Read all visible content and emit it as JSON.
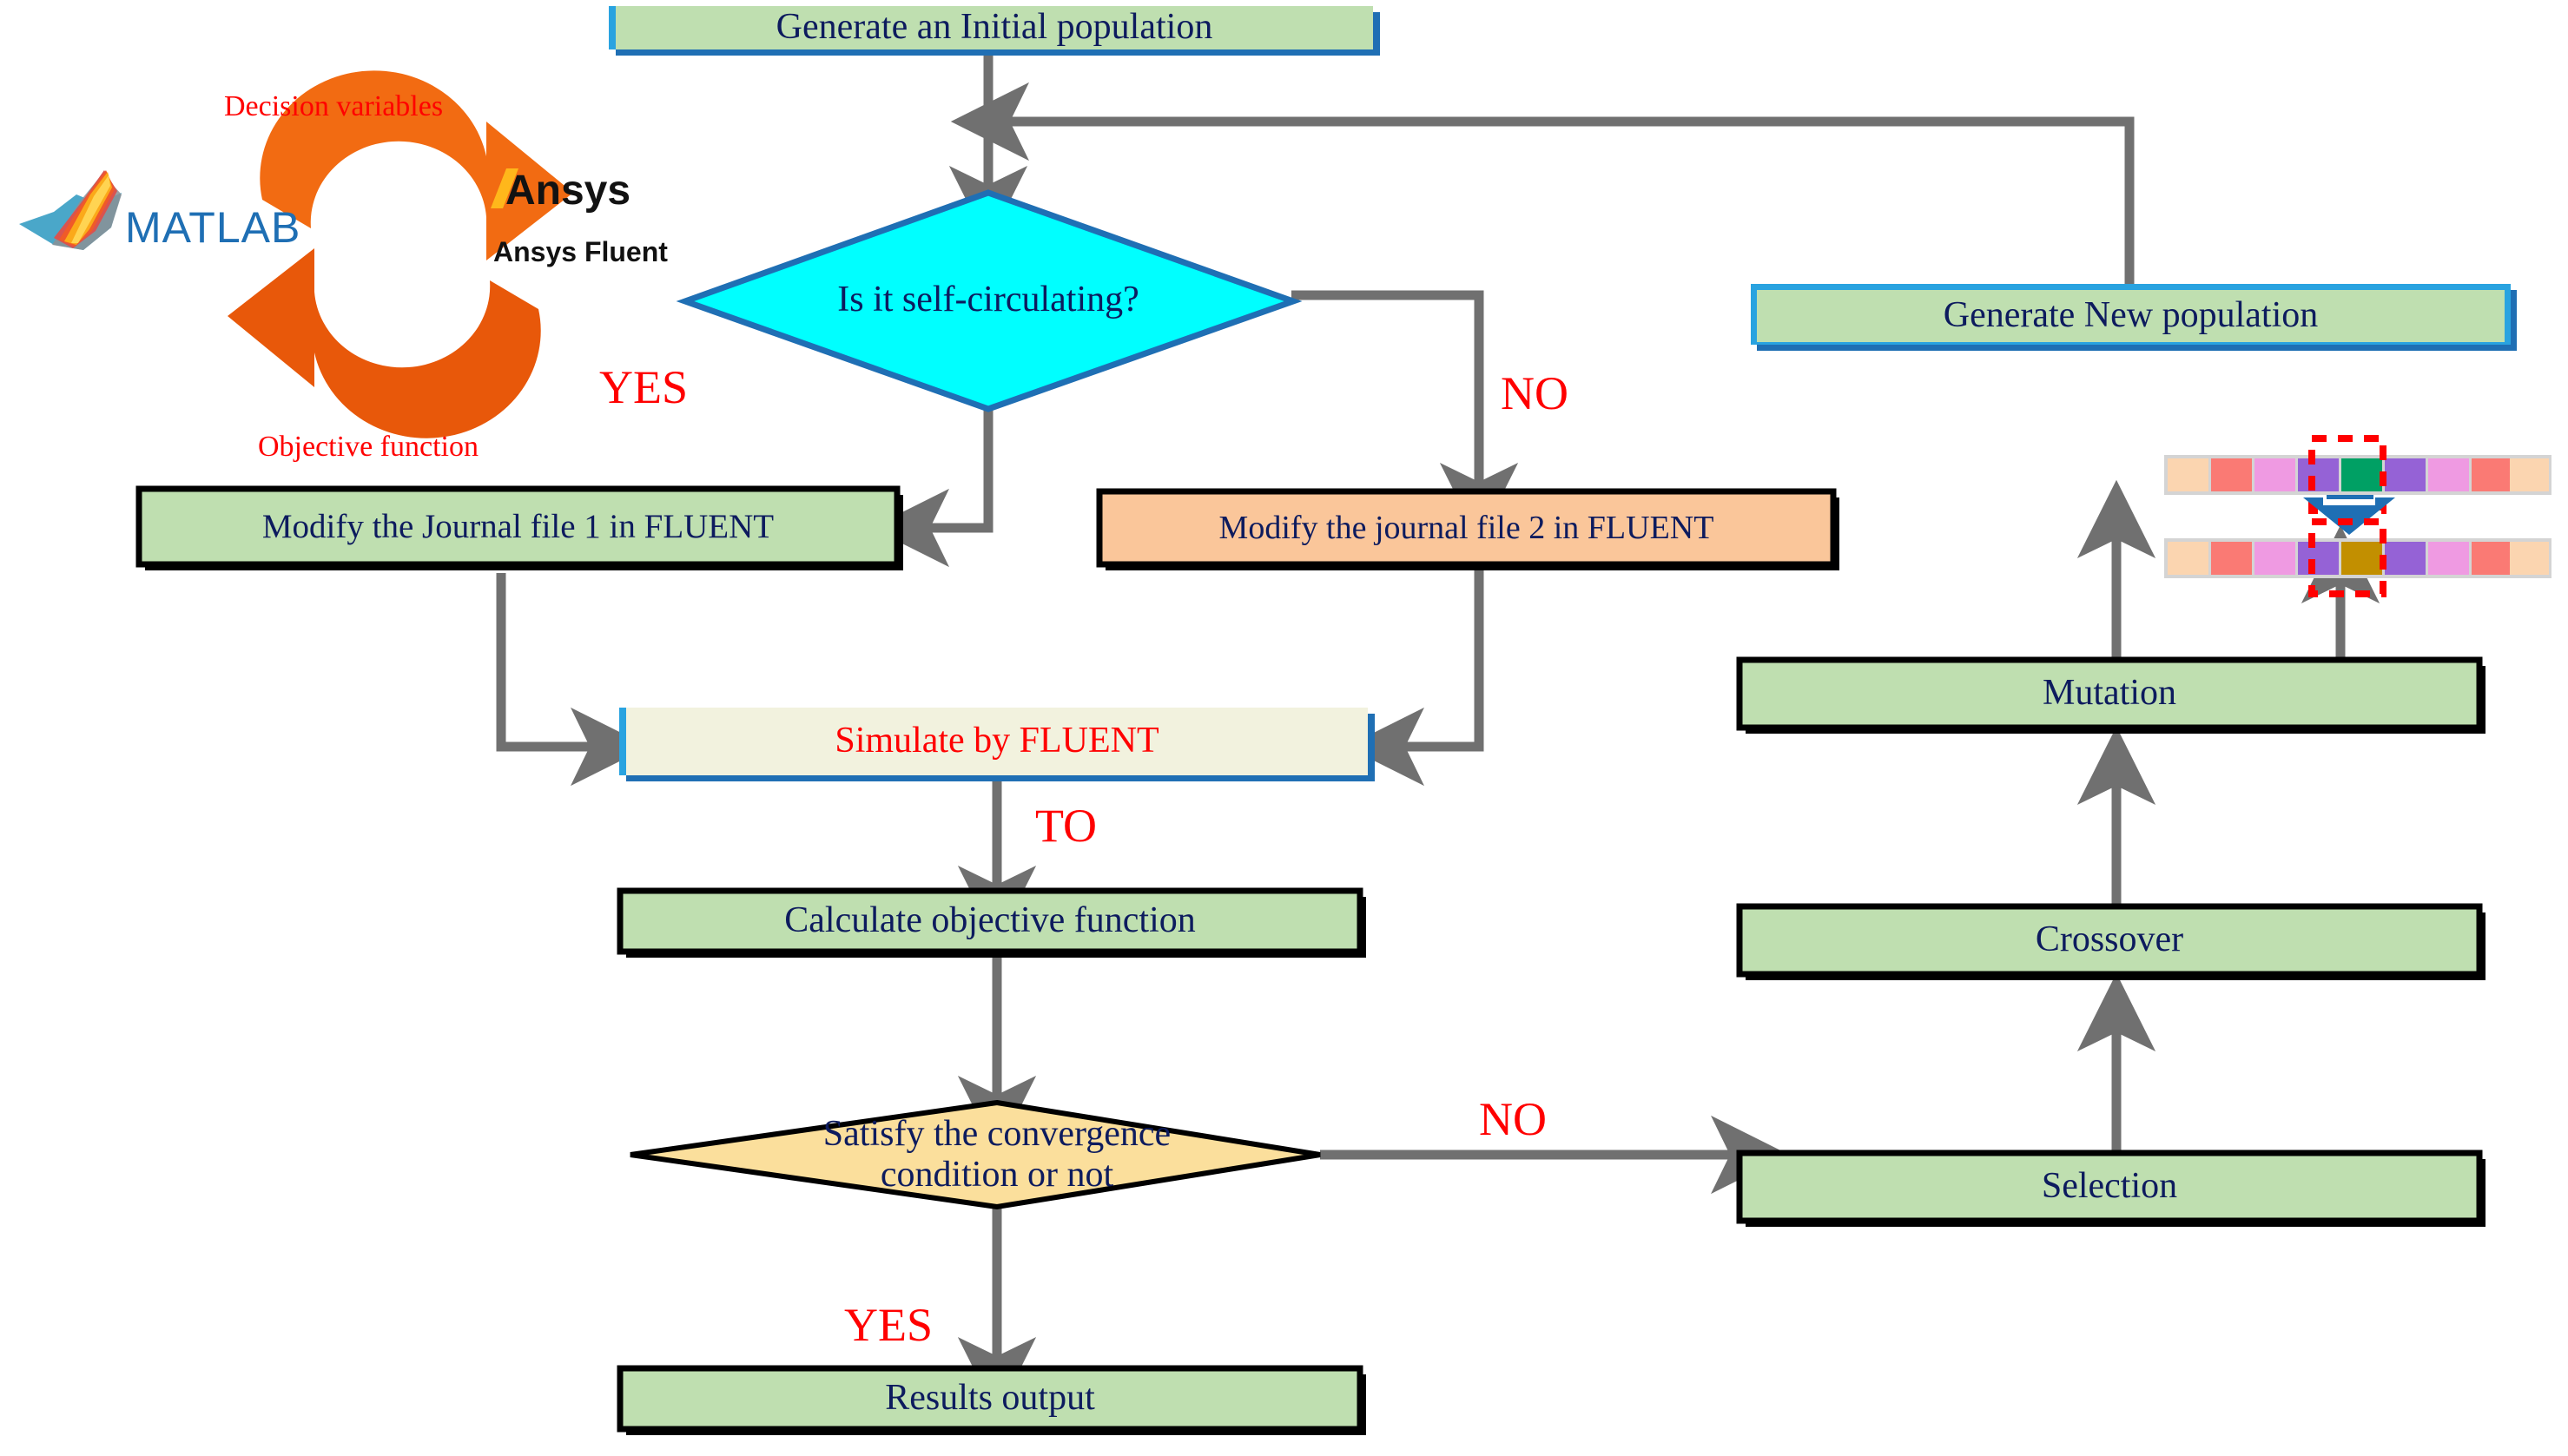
{
  "diagram": {
    "title": "GA optimization flowchart coupling MATLAB and Ansys Fluent",
    "colors": {
      "green_fill": "#bfdfb0",
      "orange_fill": "#fac69a",
      "cyan_fill": "#00ffff",
      "yellow_fill": "#fbdf9c",
      "cream_fill": "#f2f2de",
      "blue_border": "#1f6fb4",
      "blue_border_light": "#29a3e0",
      "black_border": "#000000",
      "arrow_gray": "#707070",
      "text_navy": "#0d1b5e",
      "text_red": "#ff0000",
      "matlab_blue": "#1f6fb4",
      "ansys_orange": "#f26b12",
      "ansys_yellow": "#ffb71b"
    },
    "nodes": [
      {
        "id": "initial-population",
        "label": "Generate an Initial population",
        "shape": "rect",
        "style": "green-blue"
      },
      {
        "id": "self-circulating",
        "label": "Is it self-circulating?",
        "shape": "diamond",
        "style": "cyan"
      },
      {
        "id": "journal-file-1",
        "label": "Modify the Journal  file 1 in FLUENT",
        "shape": "rect",
        "style": "green-black"
      },
      {
        "id": "journal-file-2",
        "label": "Modify the journal file 2 in FLUENT",
        "shape": "rect",
        "style": "orange-black"
      },
      {
        "id": "simulate-fluent",
        "label": "Simulate by FLUENT",
        "shape": "rect",
        "style": "cream-blue"
      },
      {
        "id": "calculate-objective",
        "label": "Calculate objective function",
        "shape": "rect",
        "style": "green-black"
      },
      {
        "id": "convergence",
        "label": "Satisfy the convergence\ncondition or not",
        "shape": "diamond",
        "style": "yellow"
      },
      {
        "id": "results-output",
        "label": "Results output",
        "shape": "rect",
        "style": "green-black"
      },
      {
        "id": "selection",
        "label": "Selection",
        "shape": "rect",
        "style": "green-black"
      },
      {
        "id": "crossover",
        "label": "Crossover",
        "shape": "rect",
        "style": "green-black"
      },
      {
        "id": "mutation",
        "label": "Mutation",
        "shape": "rect",
        "style": "green-black"
      },
      {
        "id": "new-population",
        "label": "Generate New population",
        "shape": "rect",
        "style": "green-blue"
      }
    ],
    "edge_labels": [
      {
        "id": "yes-self-circulating",
        "text": "YES"
      },
      {
        "id": "no-self-circulating",
        "text": "NO"
      },
      {
        "id": "to-topology-optimization",
        "text": "TO"
      },
      {
        "id": "no-convergence",
        "text": "NO"
      },
      {
        "id": "yes-convergence",
        "text": "YES"
      }
    ],
    "coupling_annotation": {
      "top_label": "Decision variables",
      "bottom_label": "Objective function",
      "left_tool": "MATLAB",
      "right_tool_brand": "Ansys",
      "right_tool_product": "Ansys Fluent"
    },
    "mutation_illustration": {
      "parent_genes": [
        "#fbd5b0",
        "#fa7a74",
        "#ef9ae2",
        "#9562d6",
        "#00a064",
        "#9562d6",
        "#ef9ae2",
        "#fa7a74",
        "#fbd5b0"
      ],
      "child_genes": [
        "#fbd5b0",
        "#fa7a74",
        "#ef9ae2",
        "#9562d6",
        "#c28f00",
        "#9562d6",
        "#ef9ae2",
        "#fa7a74",
        "#fbd5b0"
      ],
      "highlight_color": "#ff0000",
      "transform_arrow_color": "#1f6fb4"
    }
  }
}
